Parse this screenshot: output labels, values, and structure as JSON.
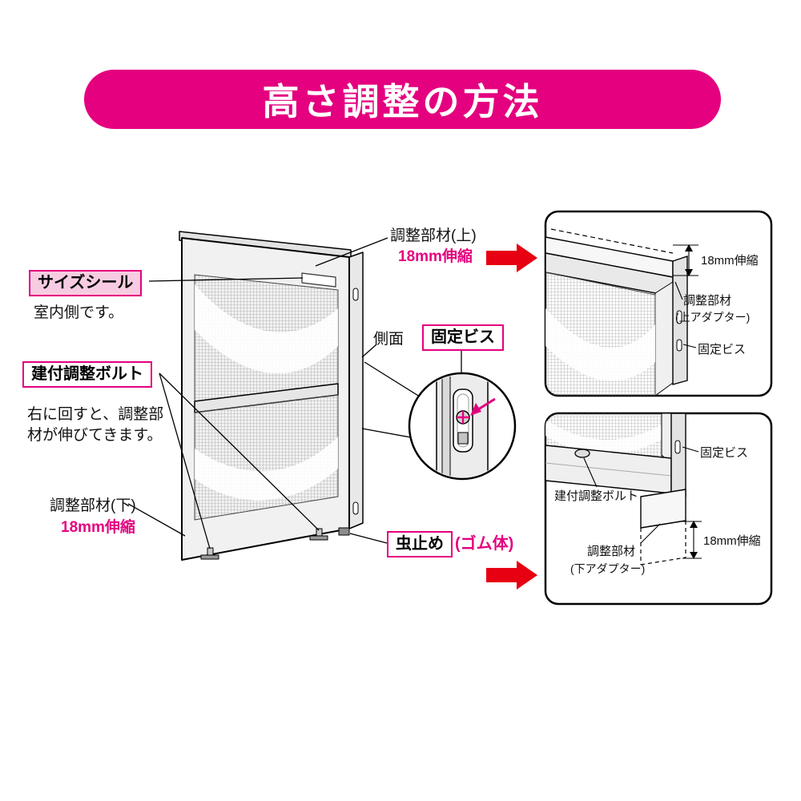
{
  "title": "高さ調整の方法",
  "colors": {
    "magenta": "#e4007f",
    "red_arrow": "#e60012",
    "pink_box_fill": "#f7cce2"
  },
  "left": {
    "size_seal": "サイズシール",
    "indoor": "室内側です。",
    "fitting_bolt": "建付調整ボルト",
    "turn_line1": "右に回すと、調整部",
    "turn_line2": "材が伸びてきます。",
    "adjust_lower": "調整部材(下)",
    "extend": "18mm伸縮"
  },
  "center": {
    "adjust_upper": "調整部材(上)",
    "extend": "18mm伸縮",
    "side_face": "側面",
    "fixing_screw": "固定ビス",
    "bug_stop": "虫止め",
    "rubber": "(ゴム体)"
  },
  "panel_top": {
    "extend": "18mm伸縮",
    "member": "調整部材",
    "adapter": "(上アダプター)",
    "screw": "固定ビス"
  },
  "panel_bottom": {
    "screw": "固定ビス",
    "bolt": "建付調整ボルト",
    "member": "調整部材",
    "adapter": "(下アダプター)",
    "extend": "18mm伸縮"
  }
}
